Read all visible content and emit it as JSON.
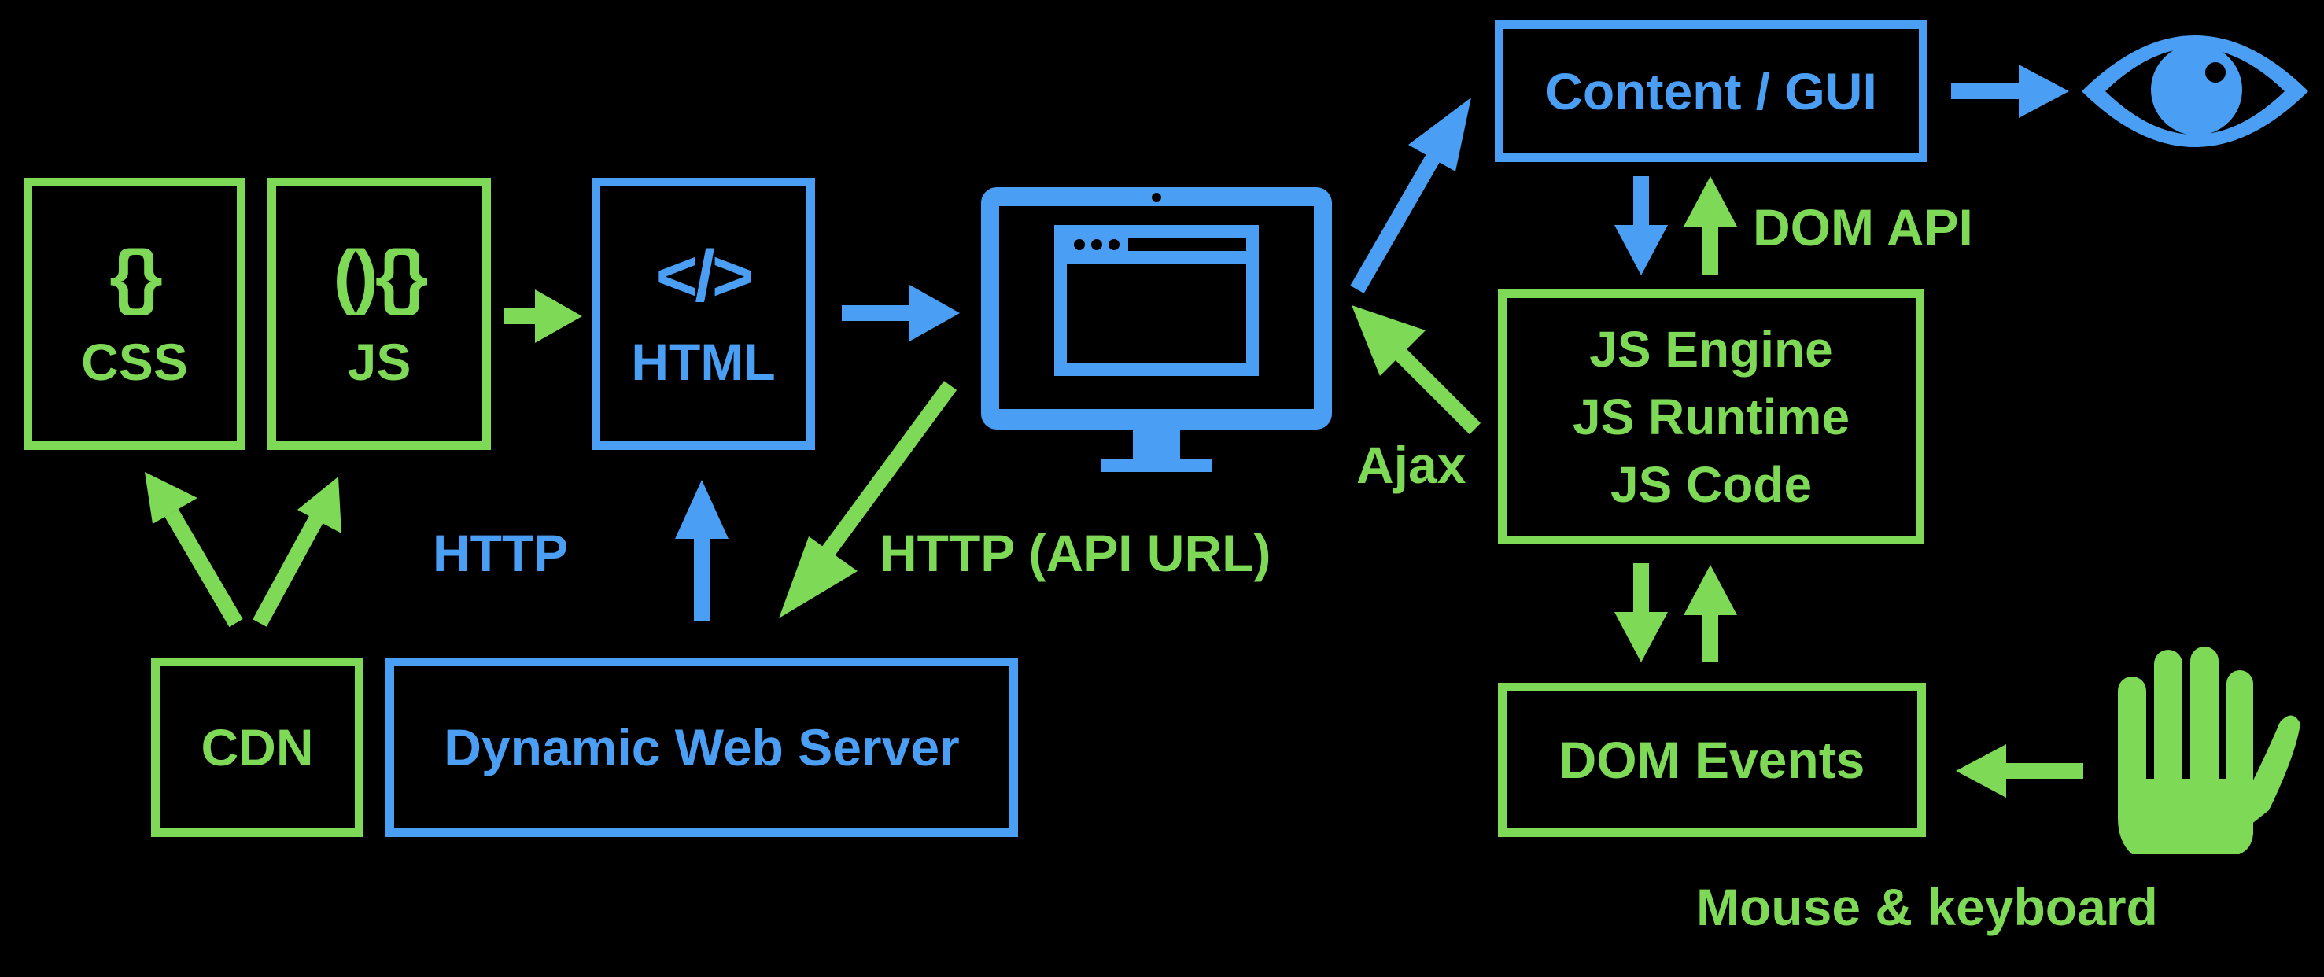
{
  "colors": {
    "green": "#7ed957",
    "blue": "#4a9ff5",
    "background": "#000000"
  },
  "icons": {
    "css": "curly-braces-glyph",
    "js": "parens-braces-glyph",
    "html": "angle-bracket-slash-glyph",
    "computer": "monitor-icon",
    "eye": "eye-icon",
    "hand": "hand-icon"
  },
  "nodes": {
    "css": {
      "glyph": "{}",
      "label": "CSS"
    },
    "js": {
      "glyph": "(){}",
      "label": "JS"
    },
    "html": {
      "glyph": "</>",
      "label": "HTML"
    },
    "cdn": {
      "label": "CDN"
    },
    "web_server": {
      "label": "Dynamic Web Server"
    },
    "content_gui": {
      "label": "Content / GUI"
    },
    "js_engine": {
      "lines": [
        "JS Engine",
        "JS Runtime",
        "JS Code"
      ]
    },
    "dom_events": {
      "label": "DOM Events"
    }
  },
  "edge_labels": {
    "http": "HTTP",
    "http_api": "HTTP (API URL)",
    "ajax": "Ajax",
    "dom_api": "DOM API",
    "mouse_keyboard": "Mouse & keyboard"
  }
}
